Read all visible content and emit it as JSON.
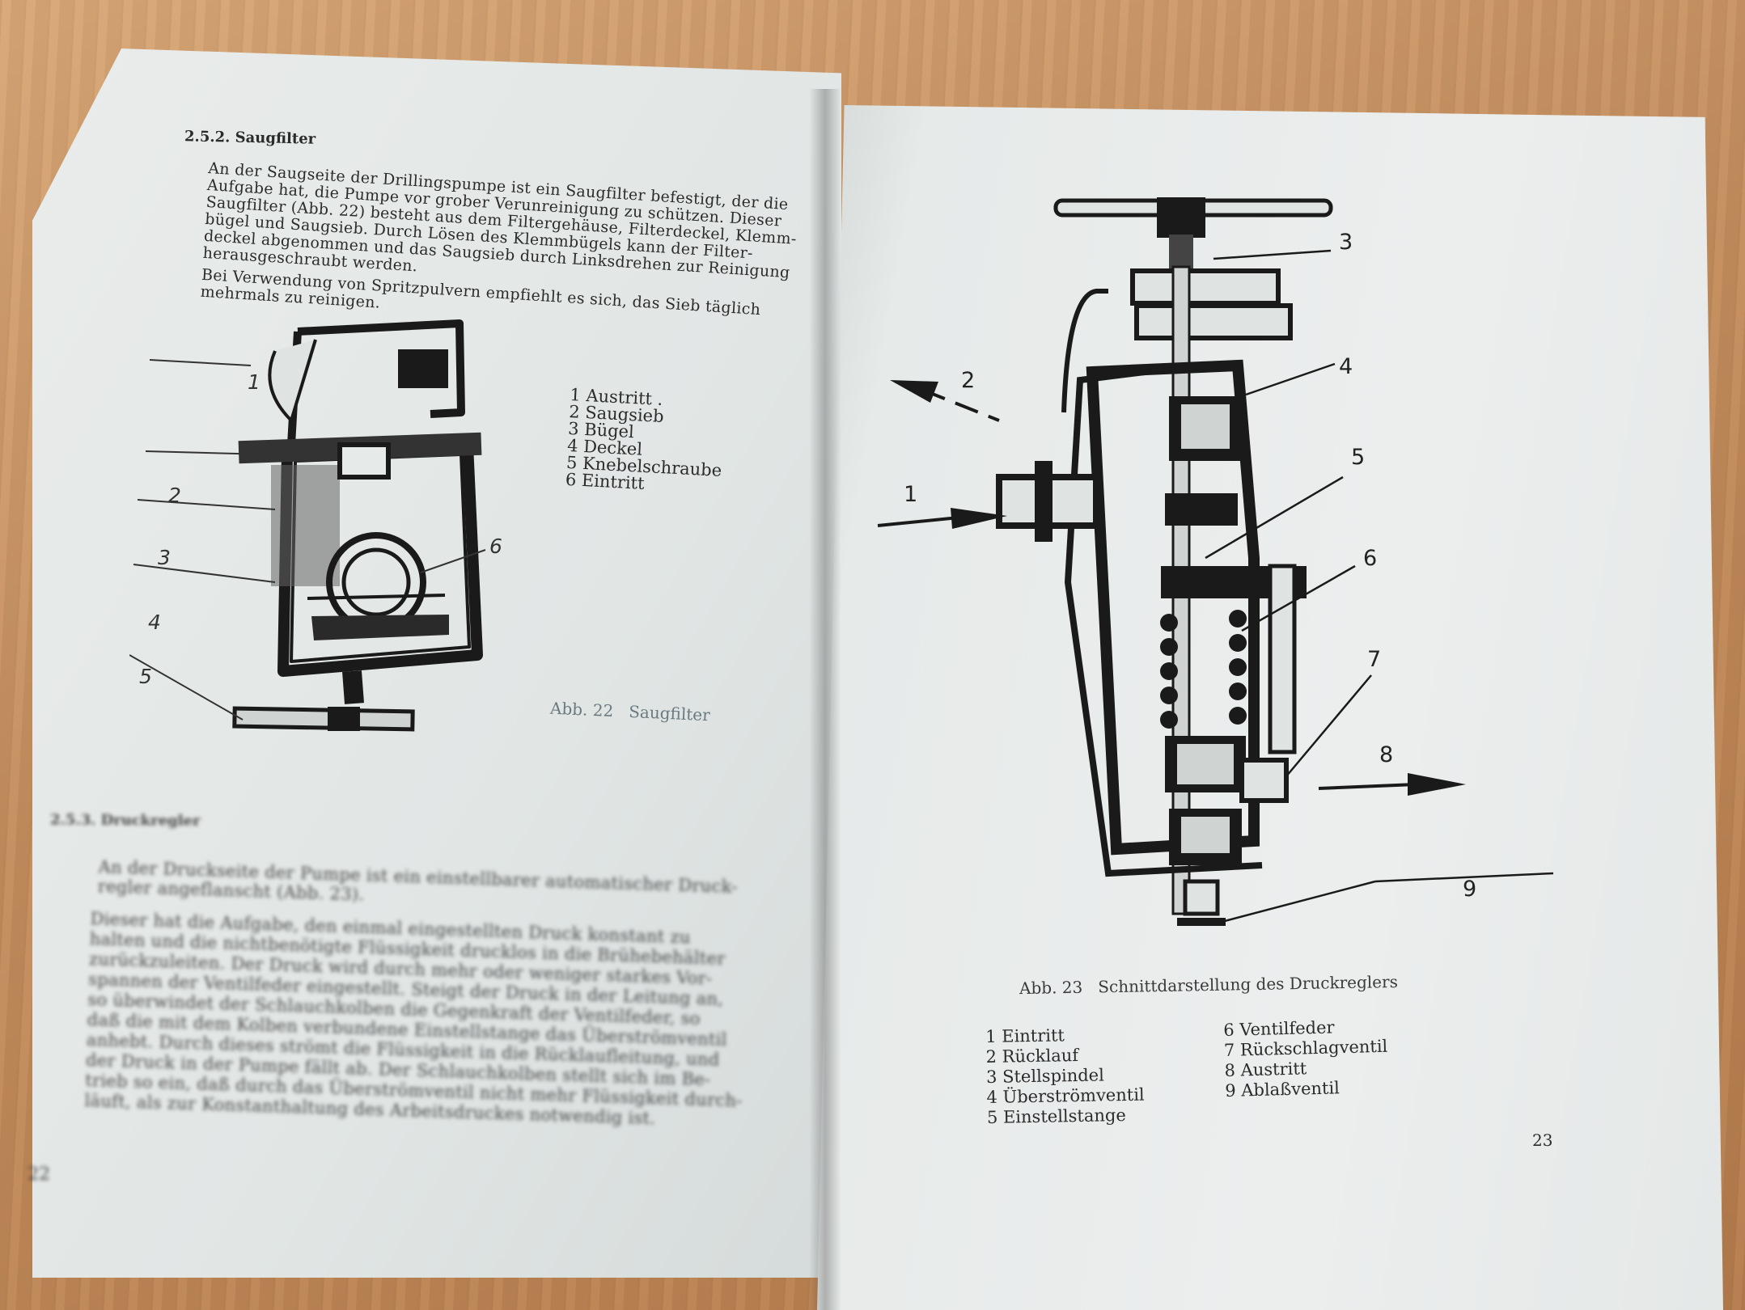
{
  "left_page": {
    "section_heading": "2.5.2. Saugfilter",
    "paragraph_lines": [
      "An der Saugseite der Drillingspumpe ist ein Saugfilter befestigt, der die",
      "Aufgabe hat, die Pumpe vor grober Verunreinigung zu schützen. Dieser",
      "Saugfilter (Abb. 22) besteht aus dem Filtergehäuse, Filterdeckel, Klemm-",
      "bügel und Saugsieb. Durch Lösen des Klemmbügels kann der Filter-",
      "deckel abgenommen und das Saugsieb durch Linksdrehen zur Reinigung",
      "herausgeschraubt werden."
    ],
    "paragraph2_lines": [
      "Bei Verwendung von Spritzpulvern empfiehlt es sich, das Sieb täglich",
      "mehrmals zu reinigen."
    ],
    "figure_legend": [
      "1 Austritt .",
      "2 Saugsieb",
      "3 Bügel",
      "4 Deckel",
      "5 Knebelschraube",
      "6 Eintritt"
    ],
    "figure_numbers": [
      "1",
      "2",
      "3",
      "4",
      "5",
      "6"
    ],
    "figure_caption": "Abb. 22   Saugfilter",
    "section2_heading": "2.5.3. Druckregler",
    "section2_lines": [
      "An der Druckseite der Pumpe ist ein einstellbarer automatischer Druck-",
      "regler angeflanscht (Abb. 23)."
    ],
    "section2_para_lines": [
      "Dieser hat die Aufgabe, den einmal eingestellten Druck konstant zu",
      "halten und die nichtbenötigte Flüssigkeit drucklos in die Brühebehälter",
      "zurückzuleiten. Der Druck wird durch mehr oder weniger starkes Vor-",
      "spannen der Ventilfeder eingestellt. Steigt der Druck in der Leitung an,",
      "so überwindet der Schlauchkolben die Gegenkraft der Ventilfeder, so",
      "daß die mit dem Kolben verbundene Einstellstange das Überströmventil",
      "anhebt. Durch dieses strömt die Flüssigkeit in die Rücklaufleitung, und",
      "der Druck in der Pumpe fällt ab. Der Schlauchkolben stellt sich im Be-",
      "trieb so ein, daß durch das Überströmventil nicht mehr Flüssigkeit durch-",
      "läuft, als zur Konstanthaltung des Arbeitsdruckes notwendig ist."
    ],
    "page_number": "22"
  },
  "right_page": {
    "figure_numbers": [
      "1",
      "2",
      "3",
      "4",
      "5",
      "6",
      "7",
      "8",
      "9"
    ],
    "figure_caption": "Abb. 23   Schnittdarstellung des Druckreglers",
    "legend_col1": [
      "1 Eintritt",
      "2 Rücklauf",
      "3 Stellspindel",
      "4 Überströmventil",
      "5 Einstellstange"
    ],
    "legend_col2": [
      "6 Ventilfeder",
      "7 Rückschlagventil",
      "8 Austritt",
      "9 Ablaßventil"
    ],
    "page_number": "23"
  },
  "colors": {
    "wood": "#c48d5c",
    "paper": "#e6eae9",
    "ink": "#1a1a1a"
  }
}
